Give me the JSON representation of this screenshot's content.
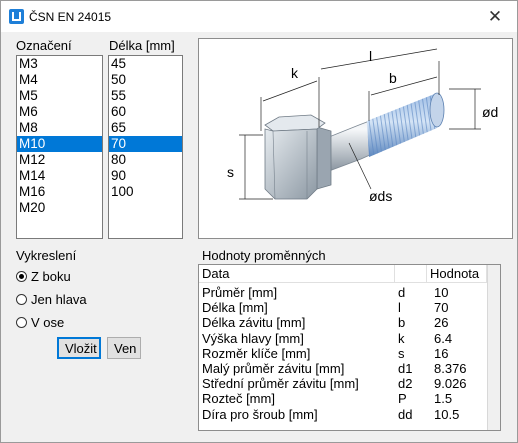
{
  "window": {
    "title": "ČSN EN 24015",
    "close_glyph": "✕"
  },
  "oznaceni": {
    "label": "Označení",
    "items": [
      "M3",
      "M4",
      "M5",
      "M6",
      "M8",
      "M10",
      "M12",
      "M14",
      "M16",
      "M20"
    ],
    "selected": "M10"
  },
  "delka": {
    "label": "Délka [mm]",
    "items": [
      "45",
      "50",
      "55",
      "60",
      "65",
      "70",
      "80",
      "90",
      "100"
    ],
    "selected": "70"
  },
  "drawing": {
    "k": "k",
    "l": "l",
    "b": "b",
    "d": "ød",
    "s": "s",
    "ds": "øds"
  },
  "vykresleni": {
    "label": "Vykreslení",
    "options": [
      "Z boku",
      "Jen hlava",
      "V ose"
    ],
    "selected": "Z boku"
  },
  "buttons": {
    "insert": "Vložit",
    "cancel": "Ven"
  },
  "hodnoty": {
    "label": "Hodnoty proměnných",
    "headers": {
      "data": "Data",
      "symbol": "",
      "value": "Hodnota"
    },
    "rows": [
      {
        "name": "Průměr [mm]",
        "symbol": "d",
        "value": "10"
      },
      {
        "name": "Délka [mm]",
        "symbol": "l",
        "value": "70"
      },
      {
        "name": "Délka závitu [mm]",
        "symbol": "b",
        "value": "26"
      },
      {
        "name": "Výška hlavy [mm]",
        "symbol": "k",
        "value": "6.4"
      },
      {
        "name": "Rozměr klíče [mm]",
        "symbol": "s",
        "value": "16"
      },
      {
        "name": "Malý průměr závitu [mm]",
        "symbol": "d1",
        "value": "8.376"
      },
      {
        "name": "Střední průměr závitu [mm]",
        "symbol": "d2",
        "value": "9.026"
      },
      {
        "name": "Rozteč [mm]",
        "symbol": "P",
        "value": "1.5"
      },
      {
        "name": "Díra pro šroub [mm]",
        "symbol": "dd",
        "value": "10.5"
      }
    ]
  },
  "colors": {
    "selection": "#0078d7",
    "bolt": "#b4c0cc",
    "thread": "#7aa4d6"
  }
}
